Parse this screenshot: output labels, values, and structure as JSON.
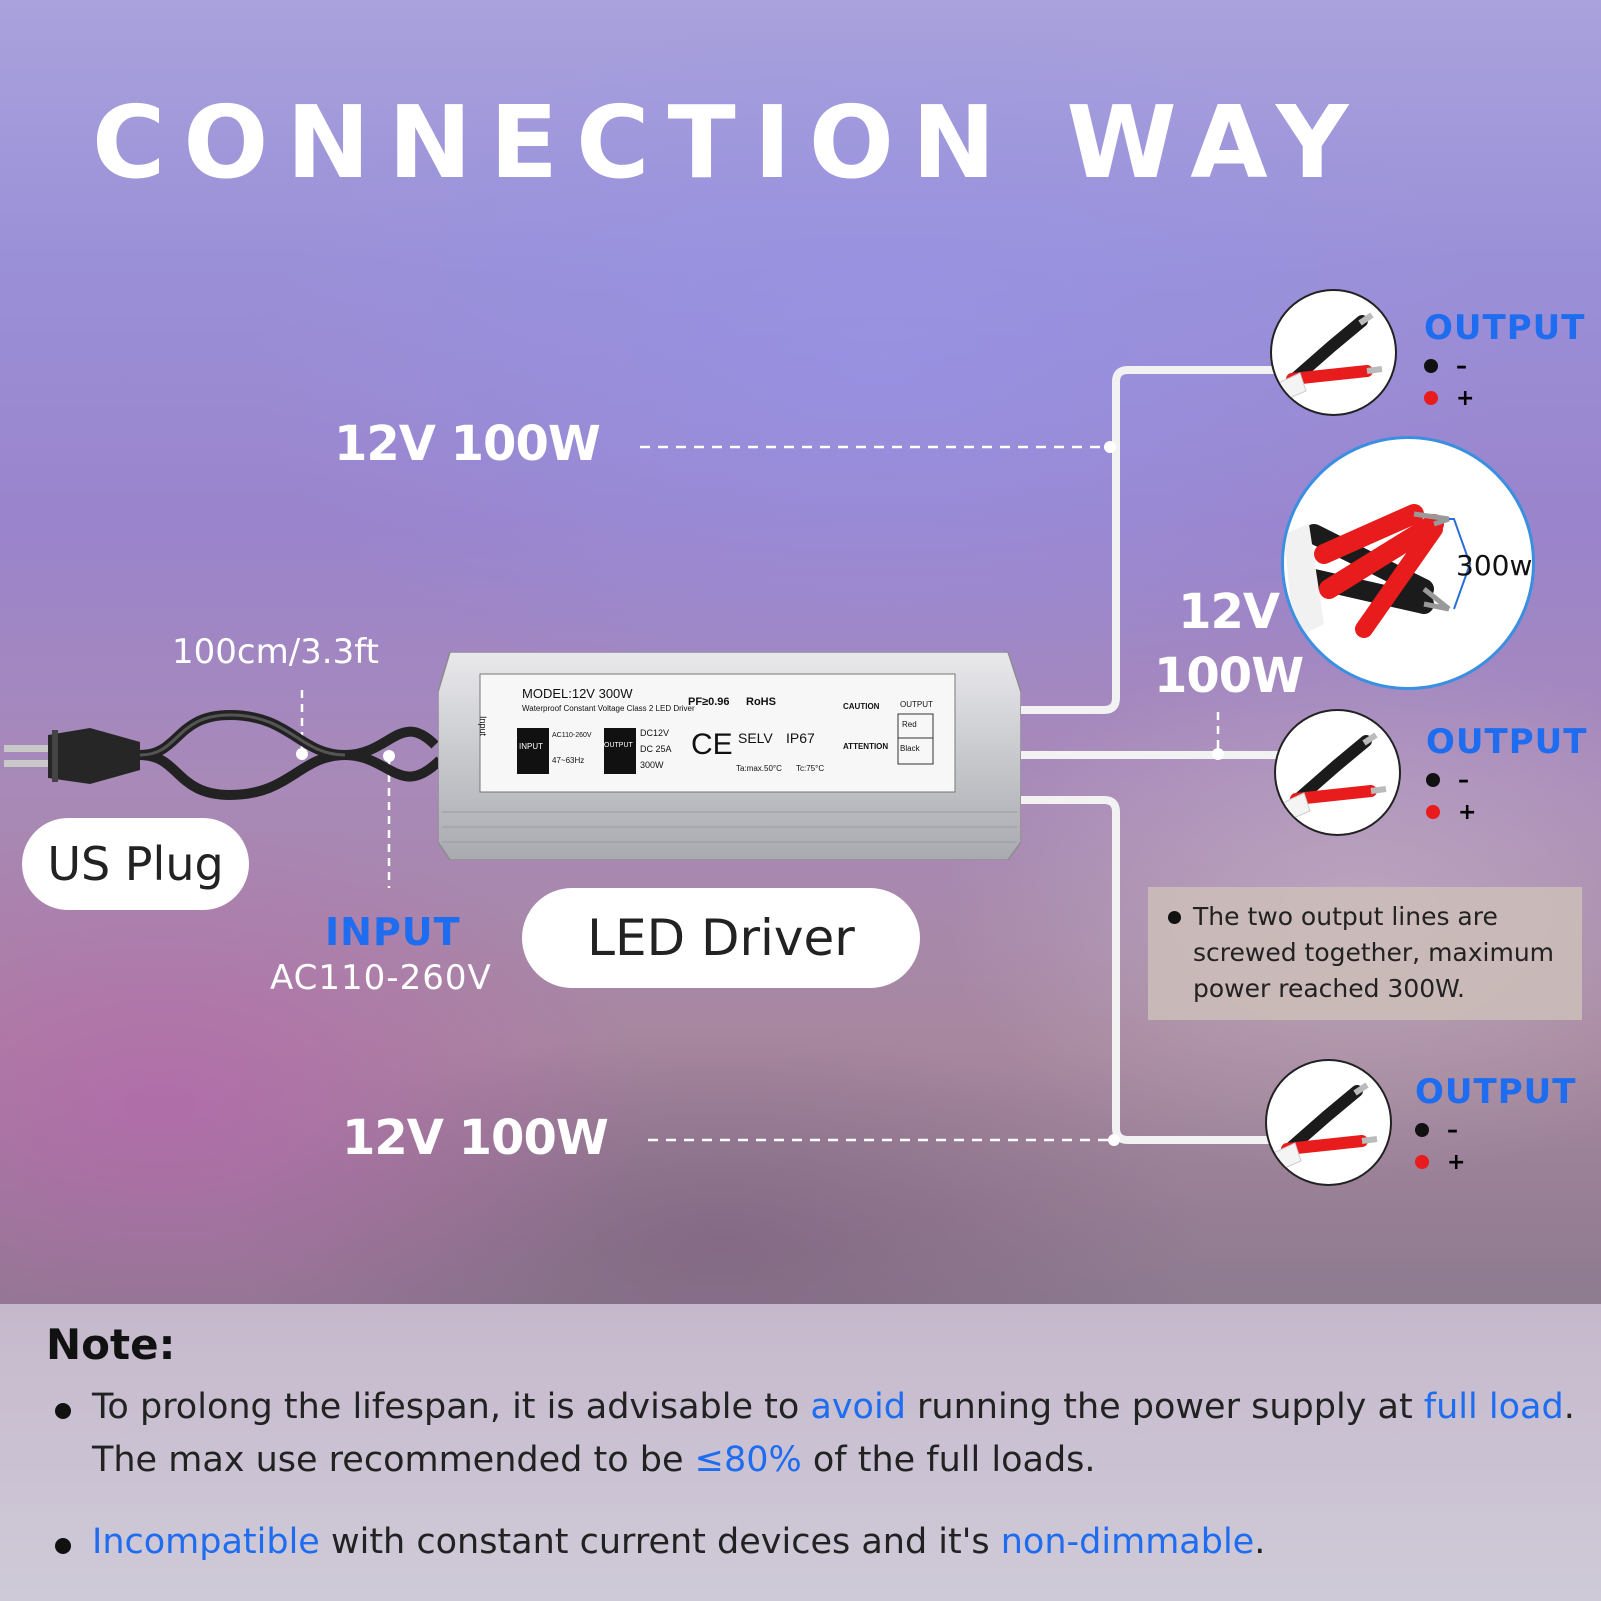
{
  "title": "CONNECTION WAY",
  "branches": {
    "top": "12V  100W",
    "middle": "12V\n100W",
    "bottom": "12V  100W"
  },
  "cord": {
    "length": "100cm/3.3ft",
    "plug_label": "US Plug",
    "input_title": "INPUT",
    "input_value": "AC110-260V"
  },
  "driver": {
    "label": "LED Driver",
    "model": "MODEL:12V 300W",
    "subtitle": "Waterproof Constant Voltage Class 2 LED Driver",
    "pf": "PF≥0.96",
    "rohs": "RoHS",
    "input_tag": "INPUT",
    "input_v": "AC110-260V",
    "input_hz": "47~63Hz",
    "output_tag": "OUTPUT",
    "out_v": "DC12V",
    "out_a": "DC 25A",
    "out_w": "300W",
    "ce": "CE",
    "selv": "SELV",
    "ip": "IP67",
    "ta": "Ta:max.50°C",
    "tc": "Tc:75°C",
    "caution": "CAUTION",
    "attention": "ATTENTION",
    "output_box": "OUTPUT",
    "red": "Red",
    "black": "Black",
    "input_side": "Input"
  },
  "outputs": [
    {
      "title": "OUTPUT",
      "neg": "–",
      "pos": "+"
    },
    {
      "title": "OUTPUT",
      "neg": "–",
      "pos": "+"
    },
    {
      "title": "OUTPUT",
      "neg": "–",
      "pos": "+"
    }
  ],
  "combined_label": "300w",
  "callout": "The two output lines are screwed together, maximum power reached 300W.",
  "note": {
    "title": "Note:",
    "line1_a": "To prolong the lifespan, it is advisable to ",
    "line1_hl1": "avoid",
    "line1_b": " running the power supply at ",
    "line1_hl2": "full load",
    "line1_c": ".",
    "line2_a": "The max use recommended to be ",
    "line2_hl": "≤80%",
    "line2_b": " of the full loads.",
    "line3_hl1": "Incompatible",
    "line3_a": " with constant current devices and it's ",
    "line3_hl2": "non-dimmable",
    "line3_b": "."
  },
  "colors": {
    "accent_blue": "#1e6cf0",
    "wire_red": "#e81c1c",
    "wire_black": "#1b1b1b"
  }
}
